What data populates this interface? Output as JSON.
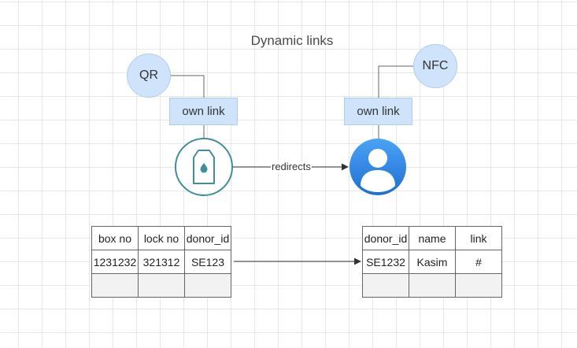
{
  "title": "Dynamic links",
  "nodes": {
    "qr": "QR",
    "nfc": "NFC",
    "own_link_left": "own link",
    "own_link_right": "own link"
  },
  "edge_label": "redirects",
  "tables": {
    "left": {
      "headers": [
        "box no",
        "lock no",
        "donor_id"
      ],
      "rows": [
        [
          "1231232",
          "321312",
          "SE123"
        ],
        [
          "",
          "",
          ""
        ]
      ]
    },
    "right": {
      "headers": [
        "donor_id",
        "name",
        "link"
      ],
      "rows": [
        [
          "SE1232",
          "Kasim",
          "#"
        ],
        [
          "",
          "",
          ""
        ]
      ]
    }
  },
  "icons": {
    "box": "donation-box-icon",
    "user": "user-avatar-icon"
  },
  "colors": {
    "node_fill": "#cfe3fb",
    "box_icon_stroke": "#3f8f98",
    "user_fill": "#2f86e8"
  }
}
